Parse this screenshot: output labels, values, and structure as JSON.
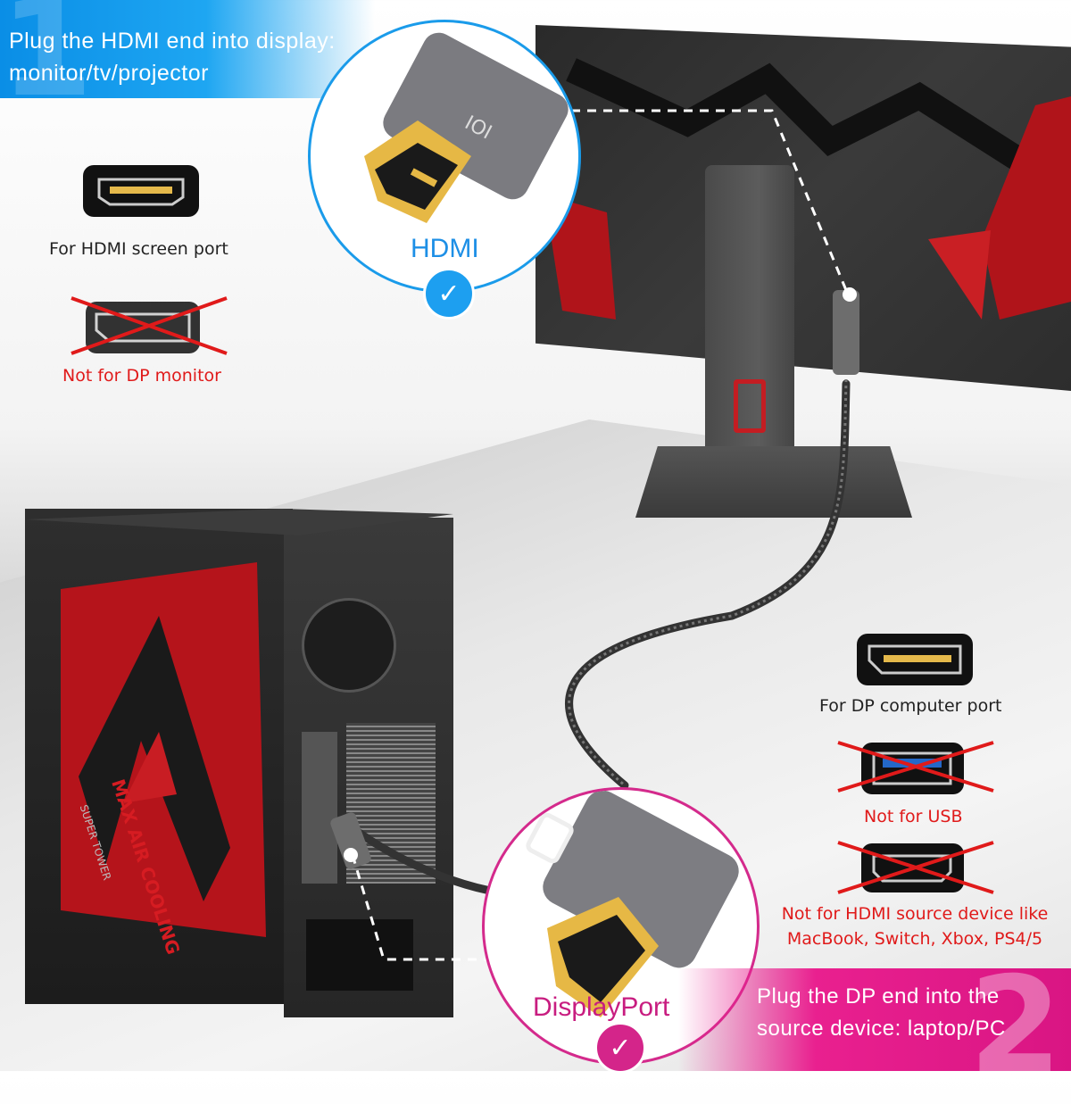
{
  "banners": {
    "top": {
      "number": "1",
      "text": "Plug the HDMI end into display:\nmonitor/tv/projector"
    },
    "bottom": {
      "number": "2",
      "text": "Plug the DP end into the\nsource device: laptop/PC"
    }
  },
  "connectors": {
    "hdmi_label": "HDMI",
    "dp_label": "DisplayPort",
    "check_glyph": "✓"
  },
  "ports_left": {
    "ok_caption": "For HDMI screen port",
    "bad_caption": "Not for DP monitor"
  },
  "ports_right": {
    "ok_caption": "For DP computer port",
    "usb_caption": "Not for USB",
    "hdmi_caption": "Not for HDMI source device like\nMacBook, Switch, Xbox, PS4/5"
  },
  "tower_text": {
    "line1": "MAX AIR COOLING",
    "line2": "SUPER TOWER"
  },
  "colors": {
    "blue": "#1d9ff0",
    "pink": "#d4258a",
    "red_x": "#e01a1a"
  }
}
